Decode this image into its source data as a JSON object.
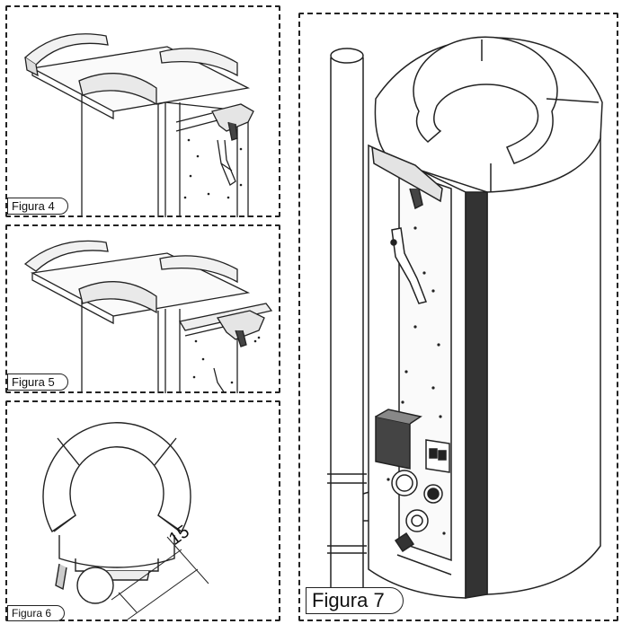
{
  "figures": {
    "fig4": {
      "label": "Figura 4"
    },
    "fig5": {
      "label": "Figura 5"
    },
    "fig6": {
      "label": "Figura 6",
      "dimension": "15"
    },
    "fig7": {
      "label": "Figura 7"
    }
  },
  "colors": {
    "line": "#222222",
    "fill_light": "#f4f4f4",
    "fill_dark": "#333333",
    "background": "#ffffff"
  }
}
